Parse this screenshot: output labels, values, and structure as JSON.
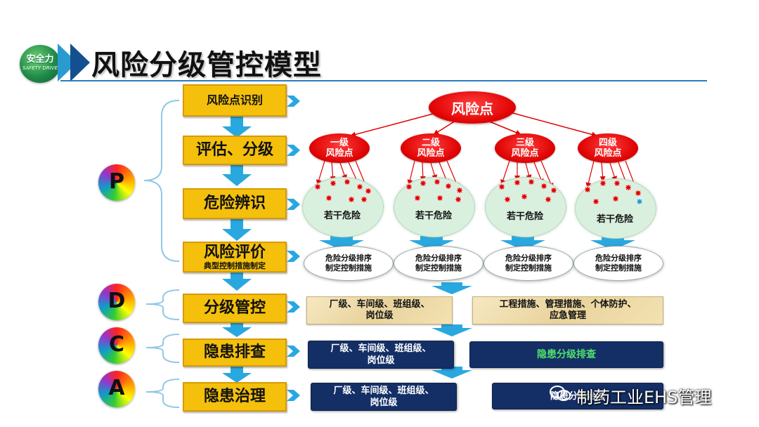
{
  "logo": {
    "text_cn": "安全力",
    "text_en": "SAFETY DRIVE"
  },
  "title": "风险分级管控模型",
  "pdca": [
    "P",
    "D",
    "C",
    "A"
  ],
  "steps": {
    "identify": "风险点识别",
    "assess": "评估、分级",
    "hazard": "危险辨识",
    "evaluate": "风险评价",
    "evaluate_sub": "典型控制措施制定",
    "control": "分级管控",
    "inspect": "隐患排查",
    "fix": "隐患治理"
  },
  "root_node": "风险点",
  "levels": [
    {
      "line1": "一级",
      "line2": "风险点"
    },
    {
      "line1": "二级",
      "line2": "风险点"
    },
    {
      "line1": "三级",
      "line2": "风险点"
    },
    {
      "line1": "四级",
      "line2": "风险点"
    }
  ],
  "cloud_label": "若干危险",
  "ranking": {
    "line1": "危险分级排序",
    "line2": "制定控制措施"
  },
  "control_boxes": {
    "left_line1": "厂级、车间级、班组级、",
    "left_line2": "岗位级",
    "right_line1": "工程措施、管理措施、个体防护、",
    "right_line2": "应急管理"
  },
  "inspect_boxes": {
    "left_line1": "厂级、车间级、班组级、",
    "left_line2": "岗位级",
    "right": "隐患分级排查"
  },
  "fix_boxes": {
    "left_line1": "厂级、车间级、班组级、",
    "left_line2": "岗位级",
    "right": "隐患分级治理"
  },
  "watermark": "制药工业EHS管理",
  "colors": {
    "step_fill": "#f4c00c",
    "risk_red": "#e00000",
    "arrow_blue": "#29a8e0",
    "navy": "#142f66",
    "accent_green": "#4fe06b"
  }
}
